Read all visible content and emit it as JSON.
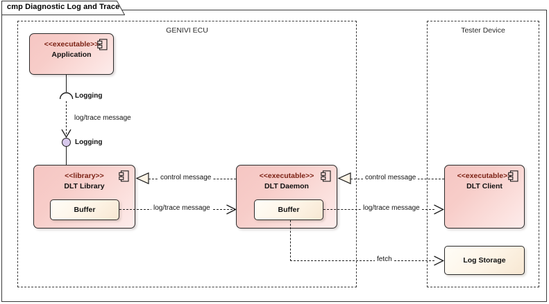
{
  "diagram": {
    "title": "cmp Diagnostic Log and Trace",
    "kind": "uml-component-diagram"
  },
  "nodes": [
    {
      "id": "genivi-ecu",
      "label": "GENIVI ECU"
    },
    {
      "id": "tester-device",
      "label": "Tester Device"
    }
  ],
  "components": [
    {
      "id": "application",
      "stereotype": "<<executable>>",
      "name": "Application",
      "icon": "component-icon"
    },
    {
      "id": "dlt-library",
      "stereotype": "<<library>>",
      "name": "DLT Library",
      "icon": "component-icon"
    },
    {
      "id": "dlt-daemon",
      "stereotype": "<<executable>>",
      "name": "DLT Daemon",
      "icon": "component-icon"
    },
    {
      "id": "dlt-client",
      "stereotype": "<<executable>>",
      "name": "DLT Client",
      "icon": "component-icon"
    }
  ],
  "parts": [
    {
      "id": "buffer-library",
      "name": "Buffer"
    },
    {
      "id": "buffer-daemon",
      "name": "Buffer"
    },
    {
      "id": "log-storage",
      "name": "Log Storage"
    }
  ],
  "interfaces": [
    {
      "id": "required-logging",
      "name": "Logging",
      "kind": "required-socket"
    },
    {
      "id": "provided-logging",
      "name": "Logging",
      "kind": "provided-ball"
    }
  ],
  "edges": [
    {
      "id": "app-to-lib",
      "label": "log/trace message",
      "style": "dashed",
      "arrow": "open"
    },
    {
      "id": "daemon-to-lib-control",
      "label": "control message",
      "style": "dashed",
      "arrow": "hollow-triangle"
    },
    {
      "id": "lib-to-daemon-log",
      "label": "log/trace message",
      "style": "dashed",
      "arrow": "open"
    },
    {
      "id": "client-to-daemon-control",
      "label": "control message",
      "style": "dashed",
      "arrow": "hollow-triangle"
    },
    {
      "id": "daemon-to-client-log",
      "label": "log/trace message",
      "style": "dashed",
      "arrow": "open"
    },
    {
      "id": "daemon-to-logstorage-fetch",
      "label": "fetch",
      "style": "dashed",
      "arrow": "open"
    }
  ],
  "colors": {
    "component_fill_start": "#f6c6c3",
    "component_fill_end": "#fdeceb",
    "part_fill_start": "#fffdf7",
    "part_fill_end": "#f7e7d2",
    "stereotype_text": "#7a1f12",
    "interface_ball": "#d7c8ec",
    "line": "#222222",
    "frame_border": "#3a3a3a"
  }
}
